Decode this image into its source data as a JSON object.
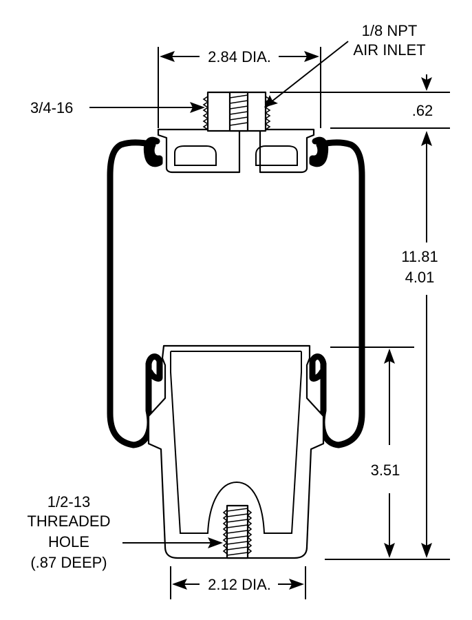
{
  "labels": {
    "top_diameter": "2.84 DIA.",
    "air_inlet_line1": "1/8 NPT",
    "air_inlet_line2": "AIR INLET",
    "stud_thread": "3/4-16",
    "top_plate_height": ".62",
    "overall_height_extended": "11.81",
    "overall_height_collapsed": "4.01",
    "piston_height": "3.51",
    "hole_line1": "1/2-13",
    "hole_line2": "THREADED",
    "hole_line3": "HOLE",
    "hole_line4": "(.87 DEEP)",
    "bottom_diameter": "2.12 DIA."
  },
  "colors": {
    "line": "#000000",
    "background": "#ffffff"
  }
}
